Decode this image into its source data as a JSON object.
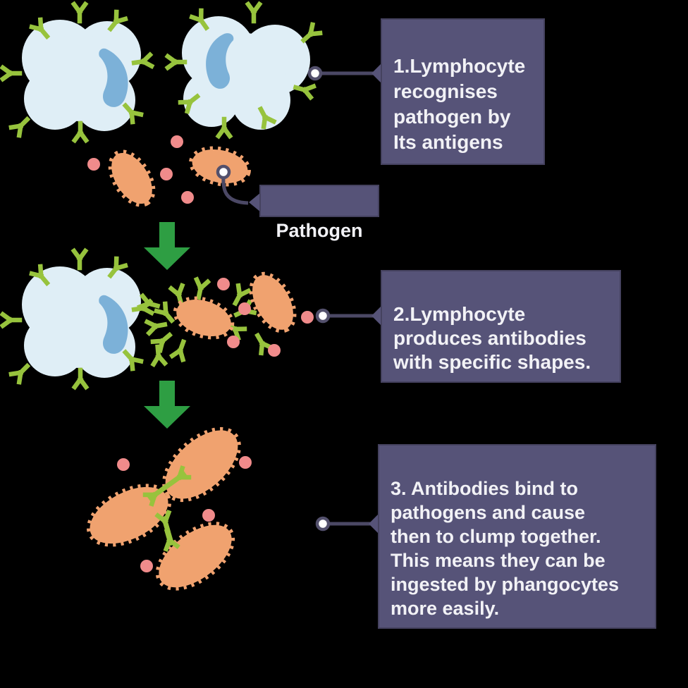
{
  "colors": {
    "background": "#000000",
    "box_bg": "#565378",
    "box_border": "#45425f",
    "text_color": "#f2f2f6",
    "cell_body": "#dfeef6",
    "nucleus": "#7cb1d8",
    "receptor_green": "#97c33d",
    "arrow_green": "#2e9e43",
    "pathogen_orange": "#f0a26f",
    "dot_pink": "#f08b8b",
    "connector": "#4b4865"
  },
  "icons": {
    "antibody_receptor": "Y-shape",
    "antibody_link": "double-ended-Y",
    "pathogen": "spiky-oval",
    "antigen_dot": "small-pink-dot",
    "down_arrow": "▼",
    "connector_anchor": "○"
  },
  "labels": {
    "step1": "1.Lymphocyte\nrecognises\npathogen by\nIts antigens",
    "pathogen_label": "Pathogen",
    "step2": "2.Lymphocyte\nproduces antibodies\nwith specific shapes.",
    "step3": "3. Antibodies bind to\npathogens and cause\nthen to clump together.\nThis means they can be\ningested by phangocytes\nmore easily."
  }
}
